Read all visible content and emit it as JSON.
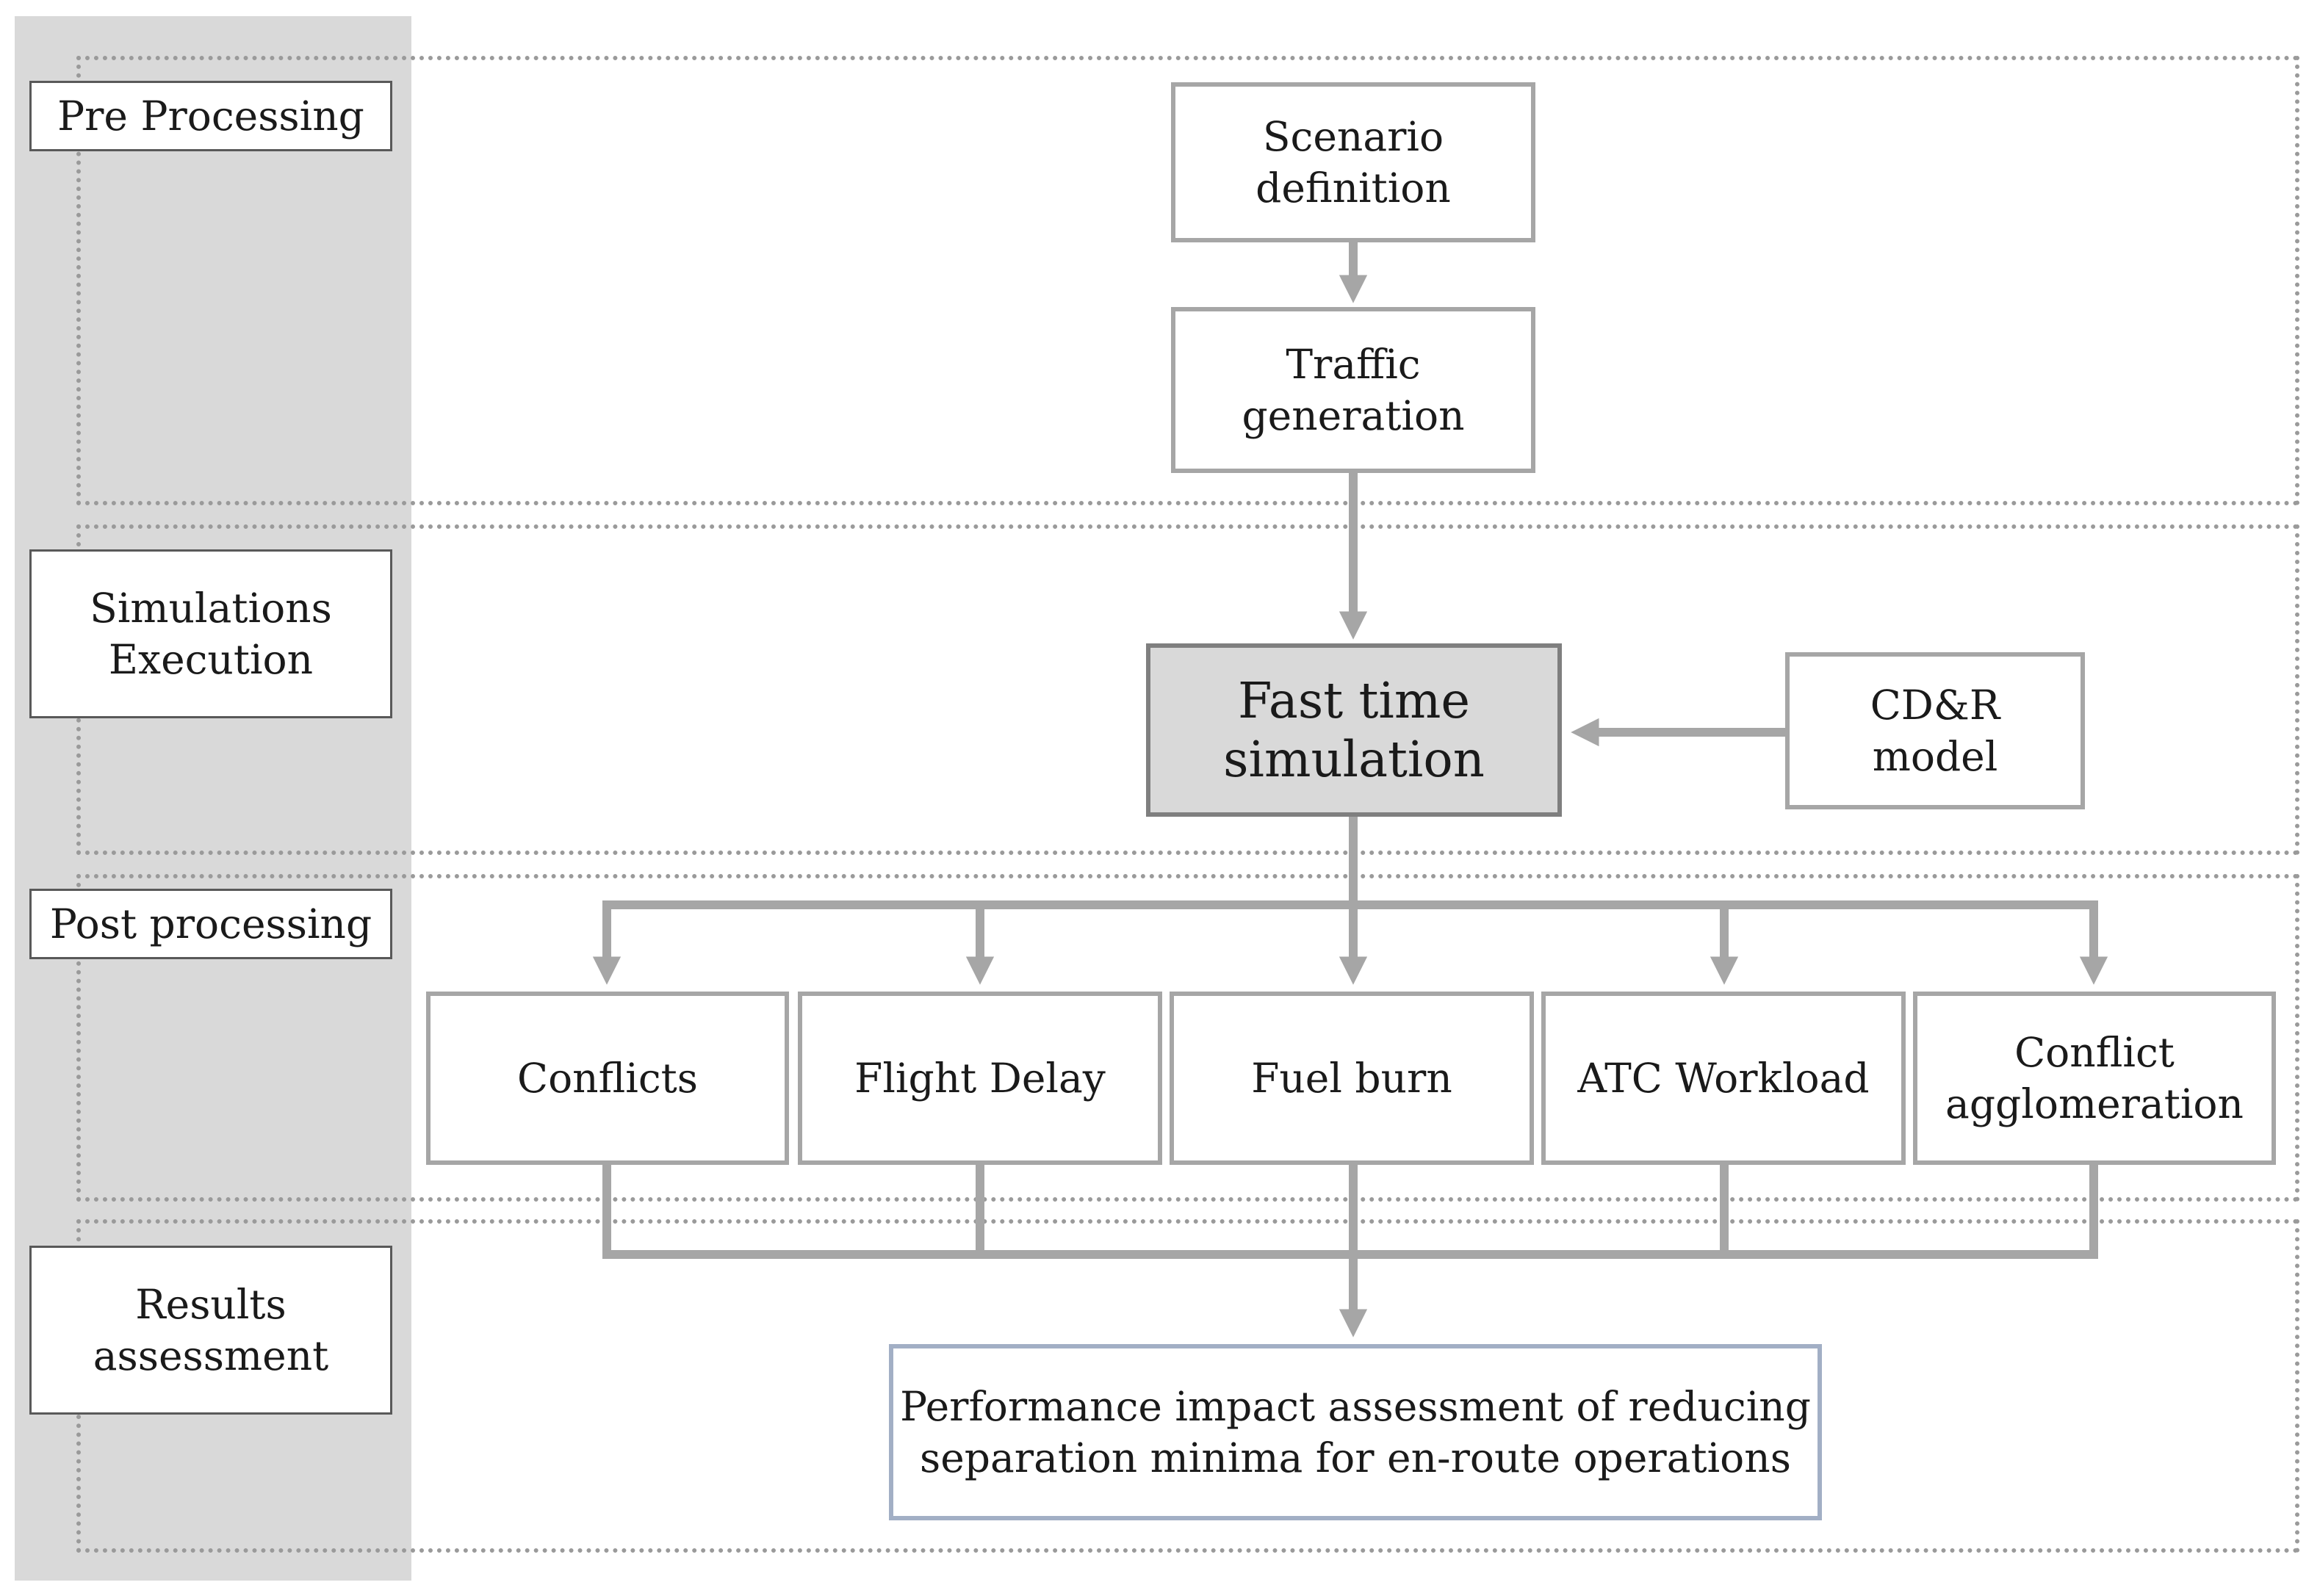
{
  "stages": {
    "pre_processing": "Pre Processing",
    "simulations_execution": "Simulations\nExecution",
    "post_processing": "Post processing",
    "results_assessment": "Results\nassessment"
  },
  "nodes": {
    "scenario_definition": "Scenario\ndefinition",
    "traffic_generation": "Traffic\ngeneration",
    "fast_time_simulation": "Fast time\nsimulation",
    "cdr_model": "CD&R\nmodel",
    "conflicts": "Conflicts",
    "flight_delay": "Flight Delay",
    "fuel_burn": "Fuel burn",
    "atc_workload": "ATC Workload",
    "conflict_agglomeration": "Conflict\nagglomeration",
    "performance_assessment": "Performance impact assessment of reducing\nseparation minima for en-route operations"
  },
  "colors": {
    "connector": "#a6a6a6",
    "stage_band": "#d9d9d9",
    "main_fill": "#d9d9d9",
    "result_border": "#a2afc5",
    "zone_border": "#9a9a9a"
  }
}
